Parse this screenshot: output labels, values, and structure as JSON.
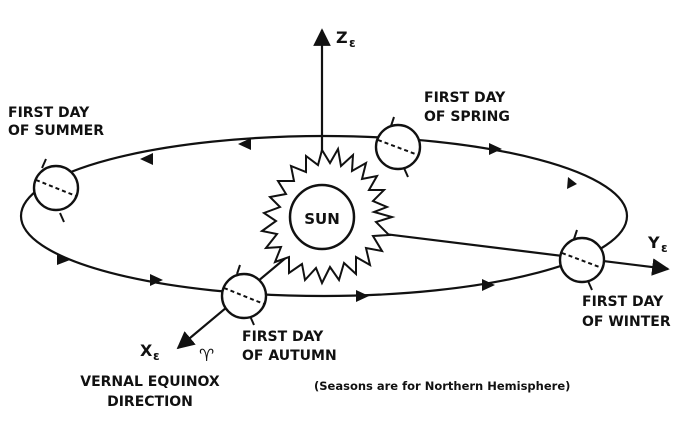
{
  "sun_label": "SUN",
  "axes": {
    "z": {
      "letter": "Z",
      "sub": "ε"
    },
    "y": {
      "letter": "Y",
      "sub": "ε"
    },
    "x": {
      "letter": "X",
      "sub": "ε",
      "aries": "♈"
    }
  },
  "vernal": {
    "line1": "VERNAL EQUINOX",
    "line2": "DIRECTION"
  },
  "seasons": {
    "summer": {
      "line1": "FIRST DAY",
      "line2": "OF SUMMER"
    },
    "spring": {
      "line1": "FIRST DAY",
      "line2": "OF SPRING"
    },
    "winter": {
      "line1": "FIRST DAY",
      "line2": "OF WINTER"
    },
    "autumn": {
      "line1": "FIRST DAY",
      "line2": "OF AUTUMN"
    }
  },
  "note": "(Seasons are for Northern Hemisphere)"
}
